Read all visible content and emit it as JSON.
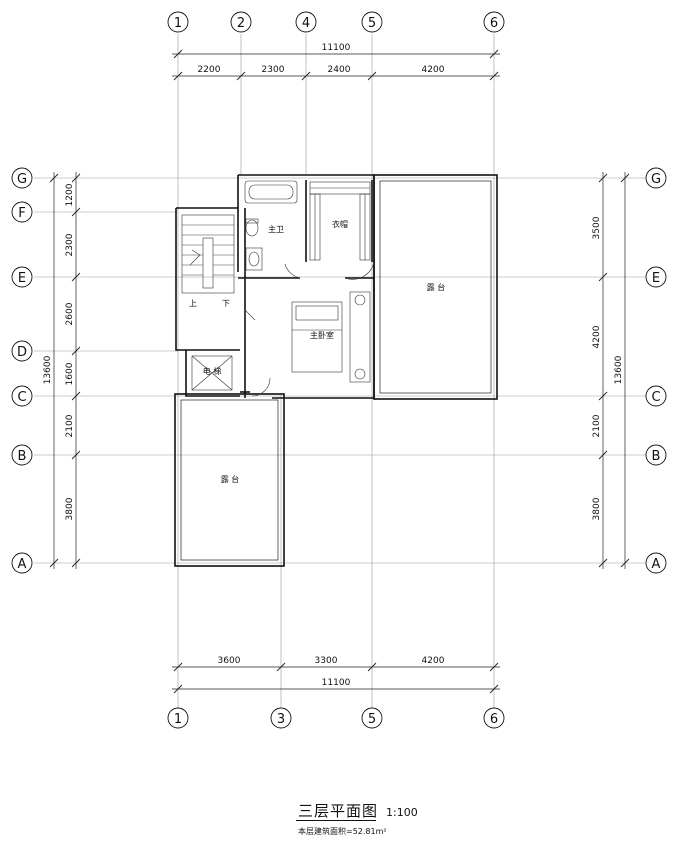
{
  "grid_top": [
    "1",
    "2",
    "4",
    "5",
    "6"
  ],
  "grid_bottom": [
    "1",
    "3",
    "5",
    "6"
  ],
  "grid_rows": [
    "G",
    "F",
    "E",
    "D",
    "C",
    "B",
    "A"
  ],
  "dims_top": {
    "total": "11100",
    "segments": [
      "2200",
      "2300",
      "2400",
      "4200"
    ]
  },
  "dims_bottom": {
    "total": "11100",
    "segments": [
      "3600",
      "3300",
      "4200"
    ]
  },
  "dims_left": {
    "total": "13600",
    "segments": [
      "1200",
      "2300",
      "2600",
      "1600",
      "2100",
      "3800"
    ]
  },
  "dims_right": {
    "total": "13600",
    "segments": [
      "3500",
      "4200",
      "2100",
      "3800"
    ]
  },
  "rooms": {
    "master_bath": "主卫",
    "closet": "衣帽",
    "terrace_east": "露 台",
    "master_bedroom": "主卧室",
    "stair_up": "上",
    "stair_down": "下",
    "elevator": "电 梯",
    "terrace_south": "露 台"
  },
  "title": {
    "name": "三层平面图",
    "scale": "1:100"
  },
  "area_note": "本层建筑面积=52.81m²"
}
